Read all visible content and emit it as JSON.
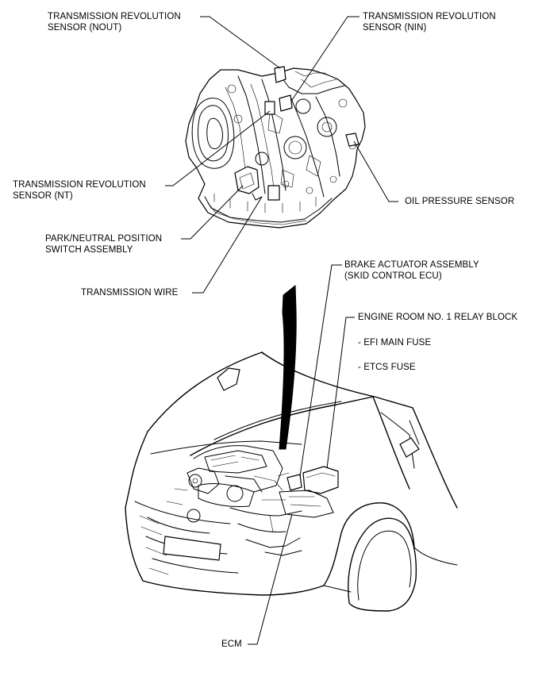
{
  "labels": {
    "trs_nout": [
      "TRANSMISSION REVOLUTION",
      "SENSOR (NOUT)"
    ],
    "trs_nin": [
      "TRANSMISSION REVOLUTION",
      "SENSOR (NIN)"
    ],
    "trs_nt": [
      "TRANSMISSION REVOLUTION",
      "SENSOR (NT)"
    ],
    "oil_pressure": "OIL PRESSURE SENSOR",
    "park_neutral": [
      "PARK/NEUTRAL POSITION",
      "SWITCH ASSEMBLY"
    ],
    "trans_wire": "TRANSMISSION WIRE",
    "brake_actuator": [
      "BRAKE ACTUATOR ASSEMBLY",
      "(SKID CONTROL ECU)"
    ],
    "relay_block": "ENGINE ROOM NO. 1 RELAY BLOCK",
    "efi_fuse": "- EFI MAIN FUSE",
    "etcs_fuse": "- ETCS FUSE",
    "ecm": "ECM"
  },
  "colors": {
    "line": "#000000",
    "background": "#ffffff"
  }
}
